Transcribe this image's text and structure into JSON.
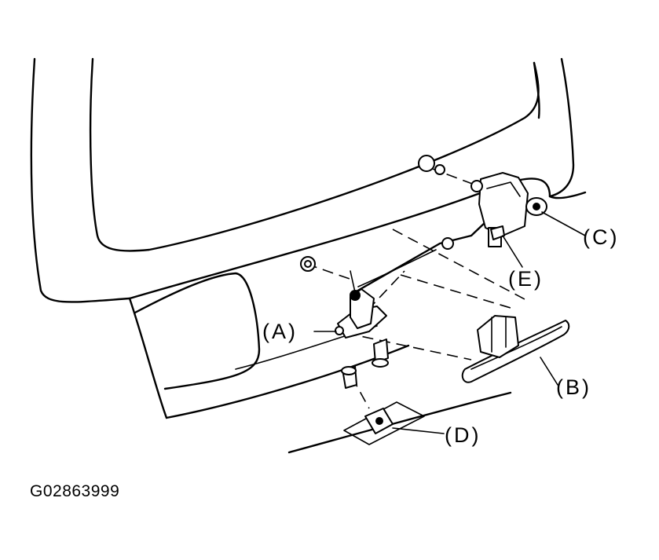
{
  "figure_code": "G02863999",
  "callouts": {
    "a": "(A)",
    "b": "(B)",
    "c": "(C)",
    "d": "(D)",
    "e": "(E)"
  }
}
